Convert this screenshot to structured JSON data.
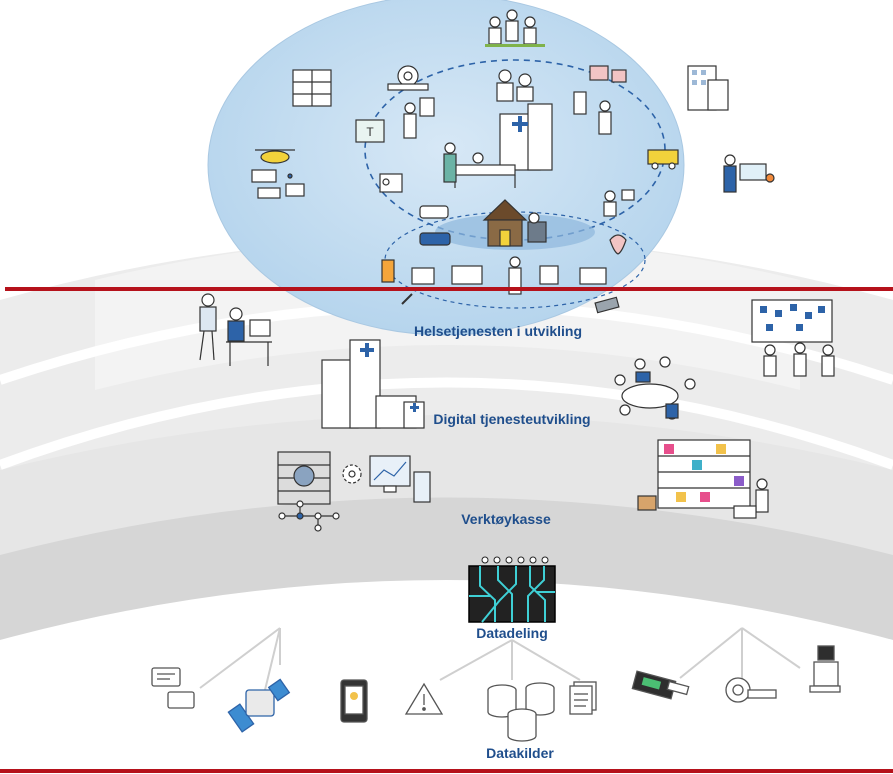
{
  "diagram": {
    "layers": [
      {
        "id": "helsetjenesten",
        "label": "Helsetjenesten i utvikling"
      },
      {
        "id": "digital",
        "label": "Digital tjenesteutvikling"
      },
      {
        "id": "verktoy",
        "label": "Verktøykasse"
      },
      {
        "id": "datadeling",
        "label": "Datadeling"
      },
      {
        "id": "datakilder",
        "label": "Datakilder"
      }
    ],
    "colors": {
      "accent_line": "#b5121b",
      "label_text": "#1f4e8c",
      "ellipse_fill": "#bcd8ee",
      "arc_light": "#efefef",
      "arc_mid": "#e2e2e2",
      "arc_dark": "#d5d5d5",
      "circuit": "#3fd0d6"
    },
    "data_sources": [
      "chat-icon",
      "smartwatch-icon",
      "smartphone-icon",
      "warning-icon",
      "database-icon",
      "document-icon",
      "lab-device-icon",
      "ct-scanner-icon",
      "ultrasound-icon"
    ]
  }
}
